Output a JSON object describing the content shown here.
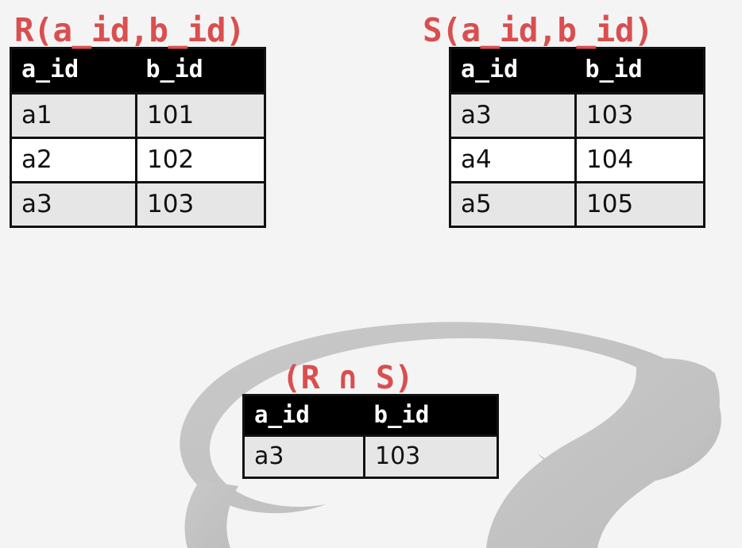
{
  "theme": {
    "background": "#f4f4f4",
    "accent_red": "#d94f4f",
    "header_bg": "#000000",
    "header_fg": "#ffffff",
    "row_shaded": "#e6e6e6",
    "row_plain": "#ffffff",
    "border": "#111111",
    "decoration_gray": "#c6c6c6"
  },
  "relations": {
    "r": {
      "title": "R(a_id,b_id)",
      "columns": [
        "a_id",
        "b_id"
      ],
      "rows": [
        [
          "a1",
          "101"
        ],
        [
          "a2",
          "102"
        ],
        [
          "a3",
          "103"
        ]
      ]
    },
    "s": {
      "title": "S(a_id,b_id)",
      "columns": [
        "a_id",
        "b_id"
      ],
      "rows": [
        [
          "a3",
          "103"
        ],
        [
          "a4",
          "104"
        ],
        [
          "a5",
          "105"
        ]
      ]
    },
    "result": {
      "title": "(R ∩ S)",
      "columns": [
        "a_id",
        "b_id"
      ],
      "rows": [
        [
          "a3",
          "103"
        ]
      ]
    }
  },
  "decoration": {
    "name": "question-mark-watermark",
    "color": "#c6c6c6"
  }
}
